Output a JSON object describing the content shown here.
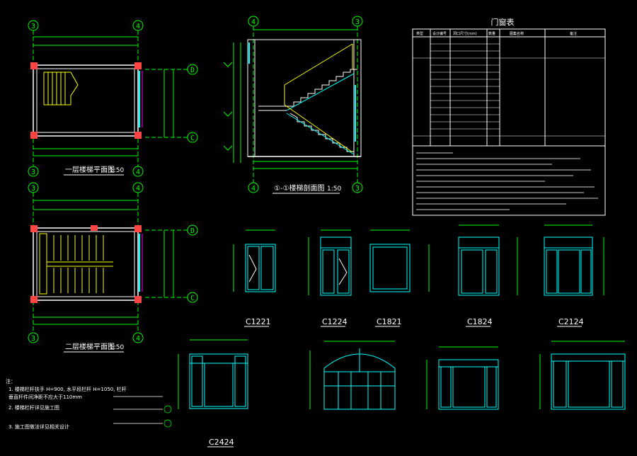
{
  "drawing": {
    "plan1_title": "一层楼梯平面图",
    "plan1_scale": "1:50",
    "plan2_title": "二层楼梯平面图",
    "plan2_scale": "1:50",
    "section_title": "①-①楼梯剖面图",
    "section_scale": "1:50",
    "axis_labels": [
      "3",
      "4",
      "D",
      "C"
    ],
    "windows": [
      "C1221",
      "C1224",
      "C1821",
      "C1824",
      "C2124",
      "C2424"
    ]
  },
  "table": {
    "title": "门窗表",
    "headers": [
      "类型",
      "设计编号",
      "洞口尺寸(mm)",
      "数量",
      "图集名称",
      "备注"
    ]
  },
  "notes": {
    "title": "注：",
    "lines": [
      "1. 楼梯栏杆扶手 H=900, 水平段栏杆 H=1050, 栏杆",
      "垂直杆件间净距不应大于110mm",
      "2. 楼梯栏杆详见施工图",
      "3. 施工图做法详见相关设计"
    ]
  },
  "colors": {
    "background": "#000000",
    "wall": "#ffffff",
    "axis": "#00ff00",
    "window": "#00ffff",
    "stair": "#ffff00",
    "dimension": "#00ff00",
    "column": "#ff4040",
    "frame": "#ffffff"
  }
}
